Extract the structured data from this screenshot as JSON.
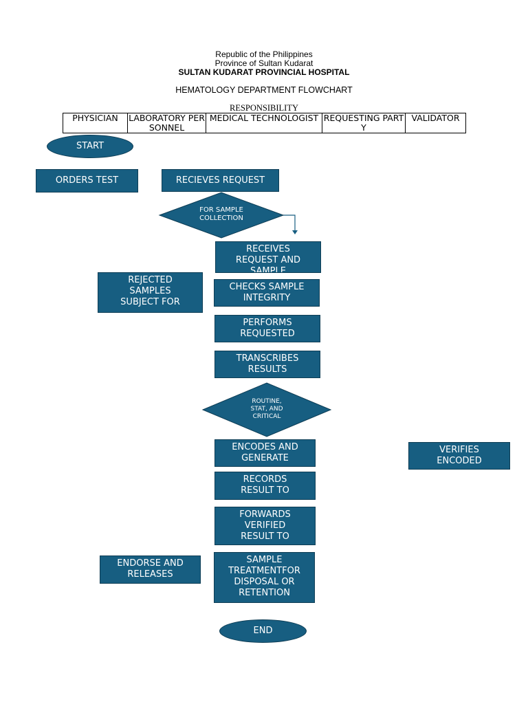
{
  "header": {
    "republic": "Republic of the Philippines",
    "province": "Province of Sultan Kudarat",
    "hospital": "SULTAN KUDARAT PROVINCIAL HOSPITAL",
    "department": "HEMATOLOGY DEPARTMENT FLOWCHART",
    "responsibility": "RESPONSIBILITY"
  },
  "columns": [
    "PHYSICIAN",
    "LABORATORY PERSONNEL",
    "MEDICAL TECHNOLOGIST",
    "REQUESTING PARTY",
    "VALIDATOR"
  ],
  "colors": {
    "shape_fill": "#175e81",
    "shape_border": "#0d3c54",
    "text": "#ffffff"
  },
  "nodes": {
    "start": "START",
    "orders_test": "ORDERS TEST",
    "receives_request": "RECIEVES REQUEST",
    "for_sample": [
      "FOR SAMPLE",
      "COLLECTION"
    ],
    "receives_req_sample": [
      "RECEIVES",
      "REQUEST AND",
      "SAMPLE"
    ],
    "rejected": [
      "REJECTED",
      "SAMPLES",
      "SUBJECT FOR"
    ],
    "checks": [
      "CHECKS SAMPLE",
      "INTEGRITY"
    ],
    "performs": [
      "PERFORMS",
      "REQUESTED"
    ],
    "transcribes": [
      "TRANSCRIBES",
      "RESULTS"
    ],
    "routine": [
      "ROUTINE,",
      "STAT, AND",
      "CRITICAL"
    ],
    "encodes": [
      "ENCODES AND",
      "GENERATE"
    ],
    "verifies": [
      "VERIFIES",
      "ENCODED"
    ],
    "records": [
      "RECORDS",
      "RESULT TO"
    ],
    "forwards": [
      "FORWARDS",
      "VERIFIED",
      "RESULT TO"
    ],
    "endorse": [
      "ENDORSE AND",
      "RELEASES"
    ],
    "sample_treatment": [
      "SAMPLE",
      "TREATMENTFOR",
      "DISPOSAL OR",
      "RETENTION"
    ],
    "end": "END"
  }
}
